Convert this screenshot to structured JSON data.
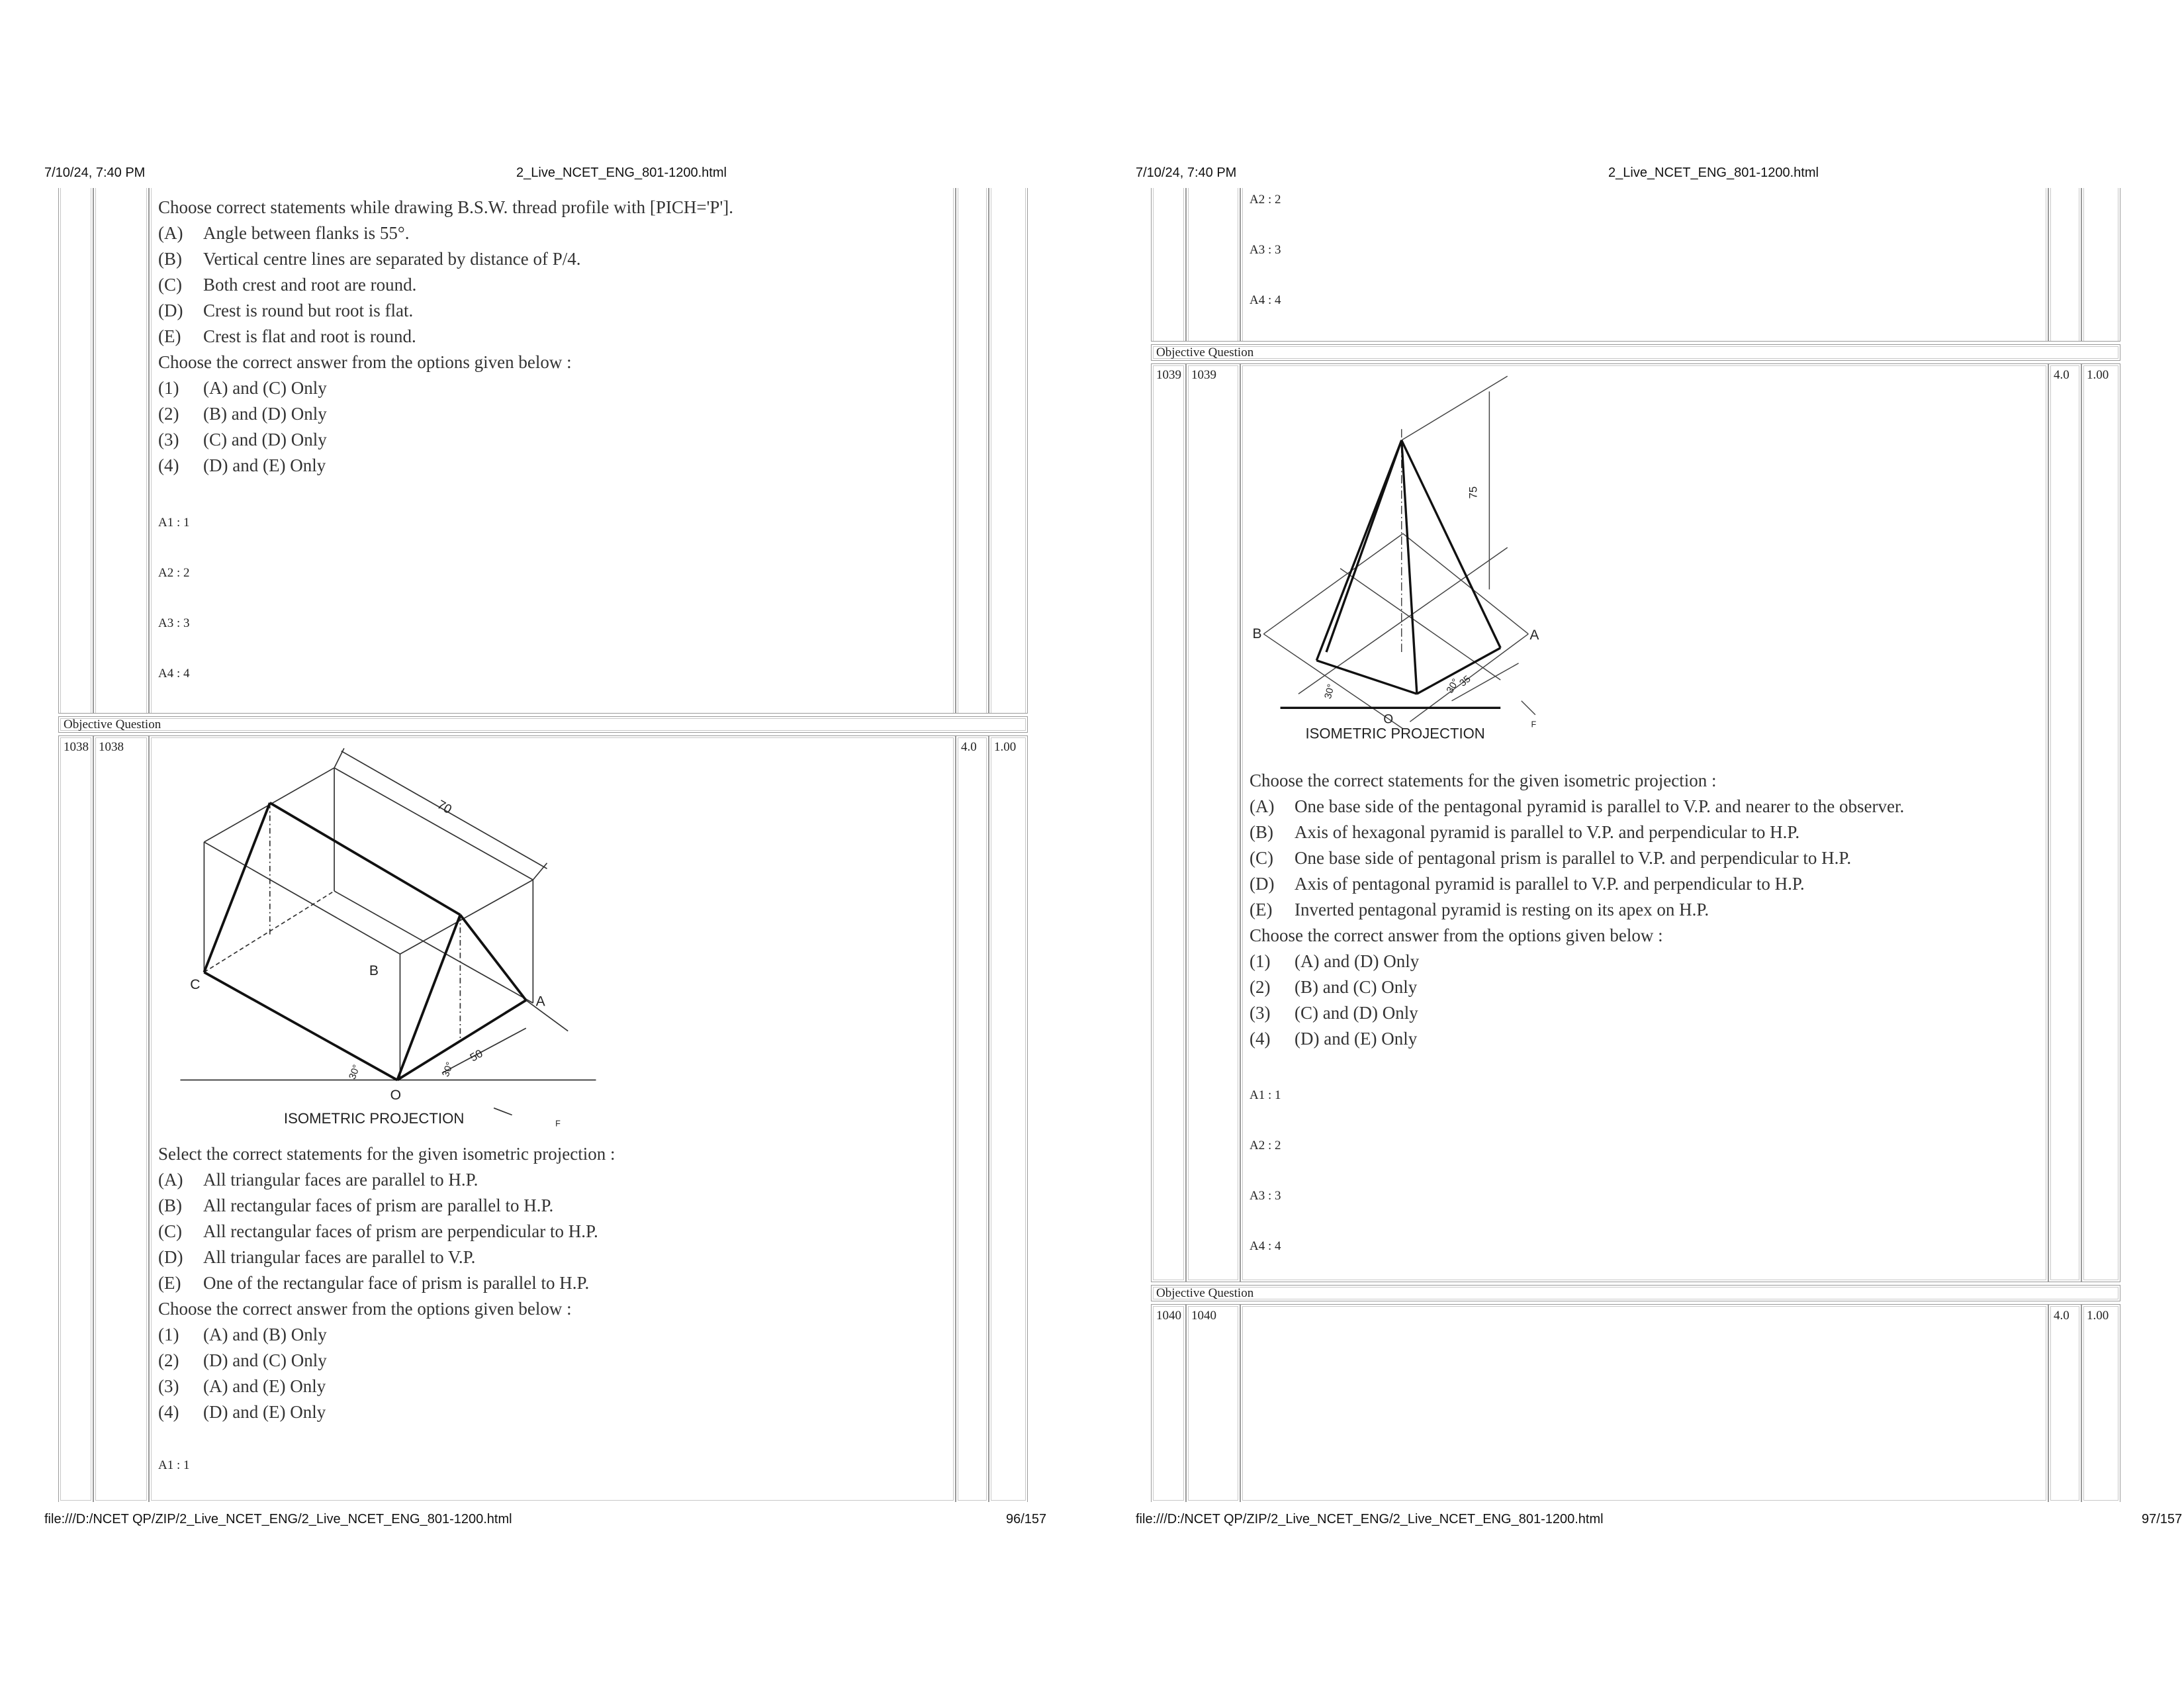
{
  "pages": [
    {
      "header_date": "7/10/24, 7:40 PM",
      "header_title": "2_Live_NCET_ENG_801-1200.html",
      "footer_path": "file:///D:/NCET QP/ZIP/2_Live_NCET_ENG/2_Live_NCET_ENG_801-1200.html",
      "page_number": "96/157"
    },
    {
      "header_date": "7/10/24, 7:40 PM",
      "header_title": "2_Live_NCET_ENG_801-1200.html",
      "footer_path": "file:///D:/NCET QP/ZIP/2_Live_NCET_ENG/2_Live_NCET_ENG_801-1200.html",
      "page_number": "97/157"
    }
  ],
  "section_label": "Objective Question",
  "q1037": {
    "lines": [
      {
        "label": "",
        "text": "Choose correct statements while drawing B.S.W. thread profile with [PICH='P']."
      },
      {
        "label": "(A)",
        "text": "Angle between flanks is 55°."
      },
      {
        "label": "(B)",
        "text": "Vertical centre lines are separated by distance of P/4."
      },
      {
        "label": "(C)",
        "text": "Both crest and root are round."
      },
      {
        "label": "(D)",
        "text": "Crest is round but root is flat."
      },
      {
        "label": "(E)",
        "text": "Crest is flat and root is round."
      },
      {
        "label": "",
        "text": "Choose the correct answer from the options given below :"
      },
      {
        "label": "(1)",
        "text": "(A) and (C) Only"
      },
      {
        "label": "(2)",
        "text": "(B) and (D) Only"
      },
      {
        "label": "(3)",
        "text": "(C) and (D) Only"
      },
      {
        "label": "(4)",
        "text": "(D) and (E) Only"
      }
    ],
    "answers": [
      "A1 : 1",
      "A2 : 2",
      "A3 : 3",
      "A4 : 4"
    ],
    "continued_answers": [
      "A2 : 2",
      "A3 : 3",
      "A4 : 4"
    ]
  },
  "q1038": {
    "sno": "1038",
    "qid": "1038",
    "marks": "4.0",
    "negative": "1.00",
    "figure_labels": {
      "dim": "70",
      "b": "B",
      "c": "C",
      "a": "A",
      "o": "O",
      "angle1": "30°",
      "angle2": "30°",
      "dim2": "50",
      "caption": "ISOMETRIC PROJECTION",
      "f": "F"
    },
    "lines": [
      {
        "label": "",
        "text": "Select the correct statements for the given isometric projection :"
      },
      {
        "label": "(A)",
        "text": "All triangular faces are parallel to H.P."
      },
      {
        "label": "(B)",
        "text": "All rectangular faces of prism are parallel to H.P."
      },
      {
        "label": "(C)",
        "text": "All rectangular faces of prism are perpendicular to H.P."
      },
      {
        "label": "(D)",
        "text": "All triangular faces are parallel to V.P."
      },
      {
        "label": "(E)",
        "text": "One of the rectangular face of prism is parallel to H.P."
      },
      {
        "label": "",
        "text": "Choose the correct answer from the options given below :"
      },
      {
        "label": "(1)",
        "text": "(A) and (B) Only"
      },
      {
        "label": "(2)",
        "text": "(D) and (C) Only"
      },
      {
        "label": "(3)",
        "text": "(A) and (E) Only"
      },
      {
        "label": "(4)",
        "text": "(D) and (E) Only"
      }
    ],
    "answers": [
      "A1 : 1"
    ]
  },
  "q1039": {
    "sno": "1039",
    "qid": "1039",
    "marks": "4.0",
    "negative": "1.00",
    "figure_labels": {
      "dim": "75",
      "b": "B",
      "a": "A",
      "o": "O",
      "angle1": "30°",
      "angle2": "30°",
      "dim2": "35",
      "caption": "ISOMETRIC PROJECTION",
      "f": "F"
    },
    "lines": [
      {
        "label": "",
        "text": "Choose the correct statements for the given isometric projection :"
      },
      {
        "label": "(A)",
        "text": "One base side of the pentagonal pyramid is parallel to V.P. and nearer to the observer."
      },
      {
        "label": "(B)",
        "text": "Axis of hexagonal pyramid is parallel to V.P. and perpendicular to H.P."
      },
      {
        "label": "(C)",
        "text": "One base side of pentagonal prism is parallel to V.P. and perpendicular to H.P."
      },
      {
        "label": "(D)",
        "text": "Axis of pentagonal pyramid is parallel to V.P. and perpendicular to H.P."
      },
      {
        "label": "(E)",
        "text": "Inverted pentagonal pyramid is resting on its apex on H.P."
      },
      {
        "label": "",
        "text": "Choose the correct answer from the options given below :"
      },
      {
        "label": "(1)",
        "text": "(A) and (D) Only"
      },
      {
        "label": "(2)",
        "text": "(B) and (C) Only"
      },
      {
        "label": "(3)",
        "text": "(C) and (D) Only"
      },
      {
        "label": "(4)",
        "text": "(D) and (E) Only"
      }
    ],
    "answers": [
      "A1 : 1",
      "A2 : 2",
      "A3 : 3",
      "A4 : 4"
    ]
  },
  "q1040": {
    "sno": "1040",
    "qid": "1040",
    "marks": "4.0",
    "negative": "1.00"
  }
}
